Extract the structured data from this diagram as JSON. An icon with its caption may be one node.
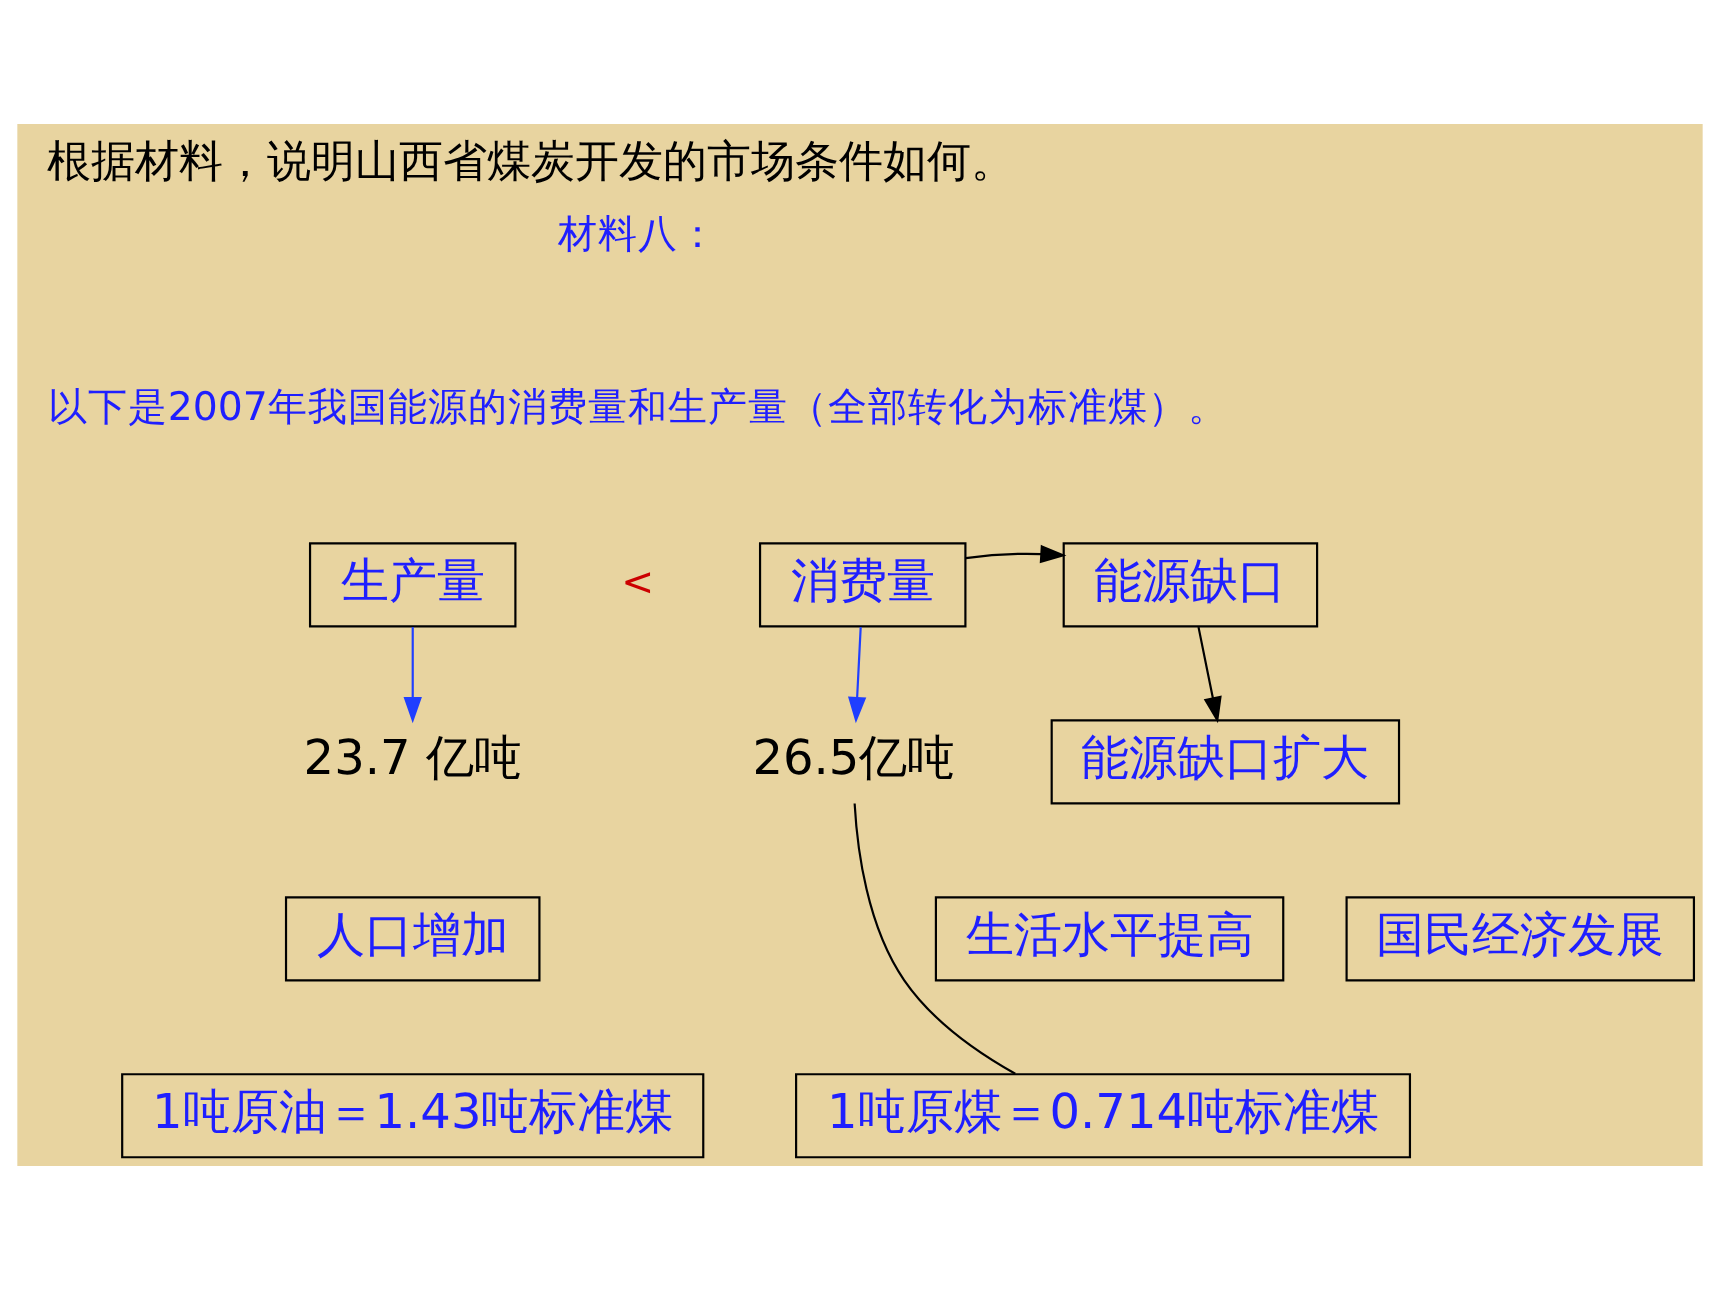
{
  "diagram": {
    "title": "根据材料，说明山西省煤炭开发的市场条件如何。",
    "nodes": [
      {
        "text": [
          "生产量"
        ]
      },
      {
        "text": [
          "消费量"
        ]
      },
      {
        "text": [
          "能源缺口"
        ]
      },
      {
        "text": [
          "23.7 亿吨"
        ]
      },
      {
        "text": [
          "26.5亿吨"
        ]
      },
      {
        "text": [
          "人口增加"
        ]
      },
      {
        "text": [
          "生活水平提高"
        ]
      },
      {
        "text": [
          "国民经济发展"
        ]
      },
      {
        "text": [
          "1吨原油＝1.43吨标准煤"
        ]
      },
      {
        "text": [
          "能源缺口扩大"
        ]
      },
      {
        "text": [
          "1吨原煤＝0.714吨标准煤"
        ]
      }
    ],
    "edges": [
      {
        "from": 0,
        "to": 3,
        "arrow": "to",
        "color": "#1f3fff"
      },
      {
        "from": 1,
        "to": 4,
        "arrow": "to",
        "color": "#1f3fff"
      },
      {
        "from": 1,
        "to": 2,
        "arrow": "to"
      },
      {
        "from": 2,
        "to": 9,
        "arrow": "to"
      },
      {
        "from": 4,
        "to": 10,
        "arrow": "none"
      }
    ],
    "labels": [
      "材料八：",
      "以下是2007年我国能源的消费量和生产量（全部转化为标准煤）。",
      "<"
    ]
  }
}
